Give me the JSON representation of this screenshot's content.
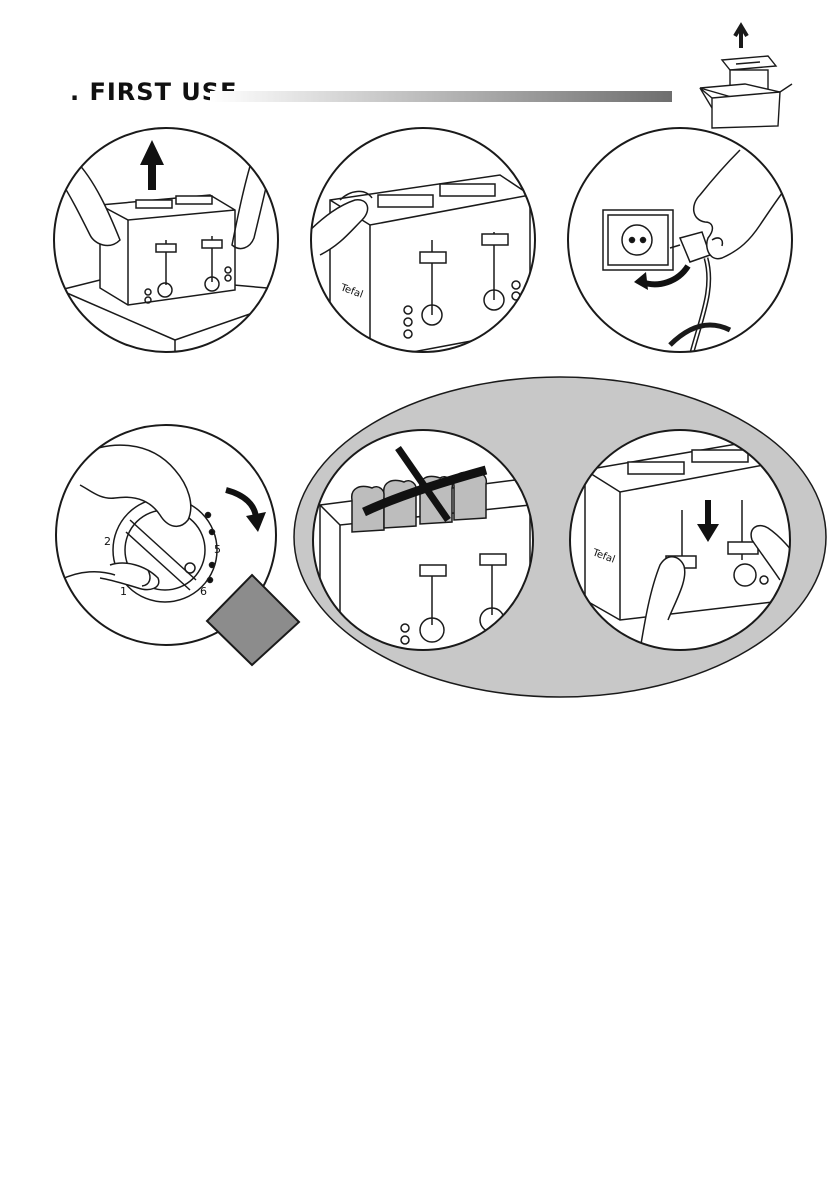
{
  "section": {
    "title": ". FIRST USE"
  },
  "illustrations": [
    {
      "id": "step-1",
      "icon": "lift-toaster-from-box"
    },
    {
      "id": "step-2",
      "icon": "wipe-toaster"
    },
    {
      "id": "step-3",
      "icon": "plug-into-socket"
    },
    {
      "id": "step-4",
      "icon": "turn-browning-dial"
    },
    {
      "id": "step-5",
      "icon": "no-bread-crossed"
    },
    {
      "id": "step-6",
      "icon": "press-levers-down"
    }
  ],
  "dial": {
    "numbers": [
      "2",
      "1",
      "5",
      "6"
    ]
  },
  "colors": {
    "line": "#1a1a1a",
    "ellipse_fill": "#c8c8c8",
    "square_fill": "#8c8c8c",
    "bar_dark": "#6e6e6e"
  }
}
